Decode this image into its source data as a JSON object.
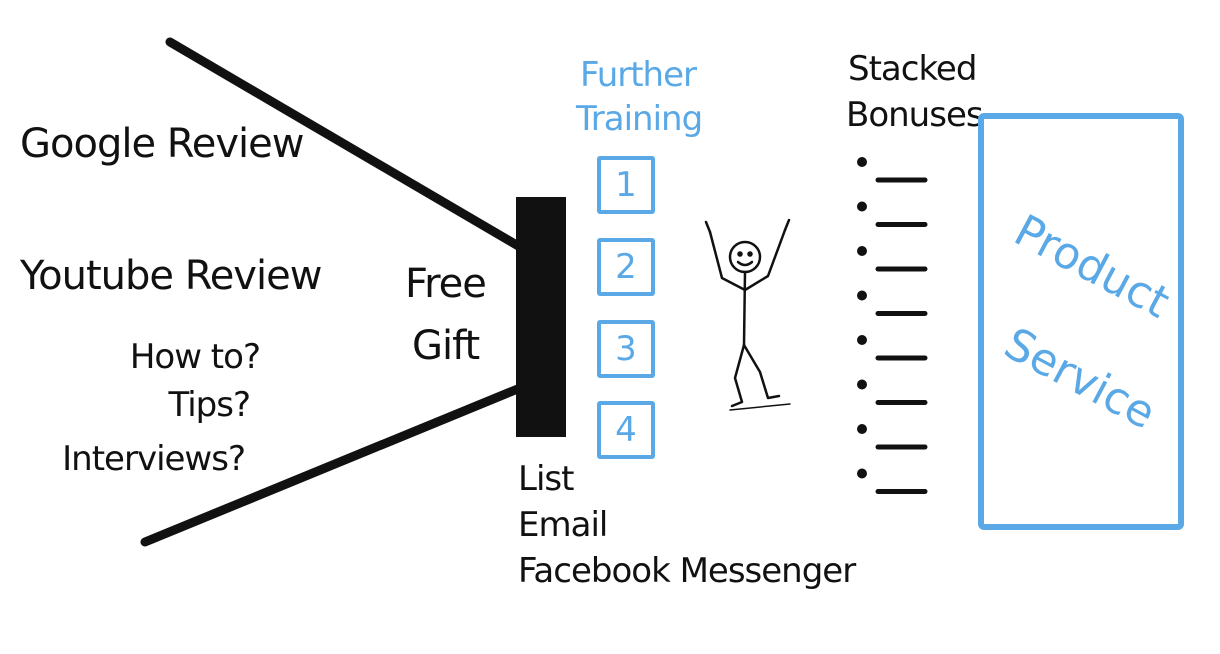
{
  "sources": {
    "google_review": "Google Review",
    "youtube_review": "Youtube Review",
    "how_to": "How to?",
    "tips": "Tips?",
    "interviews": "Interviews?"
  },
  "free_gift": {
    "line1": "Free",
    "line2": "Gift"
  },
  "capture": {
    "line1": "List",
    "line2": "Email",
    "line3": "Facebook Messenger"
  },
  "further_training": {
    "line1": "Further",
    "line2": "Training",
    "steps": [
      "1",
      "2",
      "3",
      "4"
    ]
  },
  "stacked_bonuses": {
    "line1": "Stacked",
    "line2": "Bonuses",
    "bullet_count": 8
  },
  "offer": {
    "line1": "Product",
    "line2": "Service"
  },
  "colors": {
    "ink": "#111111",
    "accent": "#5aa9e6"
  },
  "icons": [
    "stick-figure-icon"
  ]
}
